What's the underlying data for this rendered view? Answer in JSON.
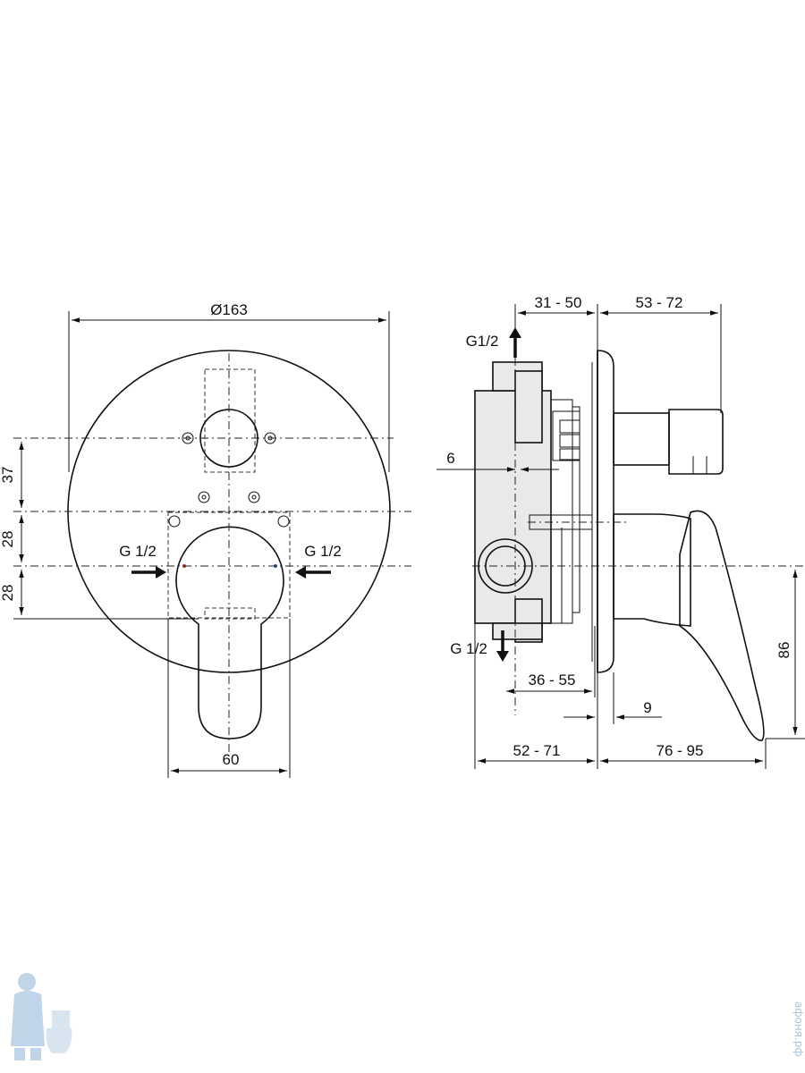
{
  "front_view": {
    "diameter": "Ø163",
    "dim_37": "37",
    "dim_28_upper": "28",
    "dim_28_lower": "28",
    "inlet_left": "G 1/2",
    "inlet_right": "G 1/2",
    "width_60": "60"
  },
  "side_view": {
    "dim_31_50": "31 - 50",
    "dim_53_72": "53 - 72",
    "outlet_top": "G1/2",
    "dim_6": "6",
    "outlet_bottom": "G 1/2",
    "dim_36_55": "36 - 55",
    "dim_9": "9",
    "dim_86": "86",
    "dim_52_71": "52 - 71",
    "dim_76_95": "76 - 95"
  },
  "watermark": {
    "logo_icon": "plumber-mascot-icon",
    "site_text": "афоня.рф"
  }
}
